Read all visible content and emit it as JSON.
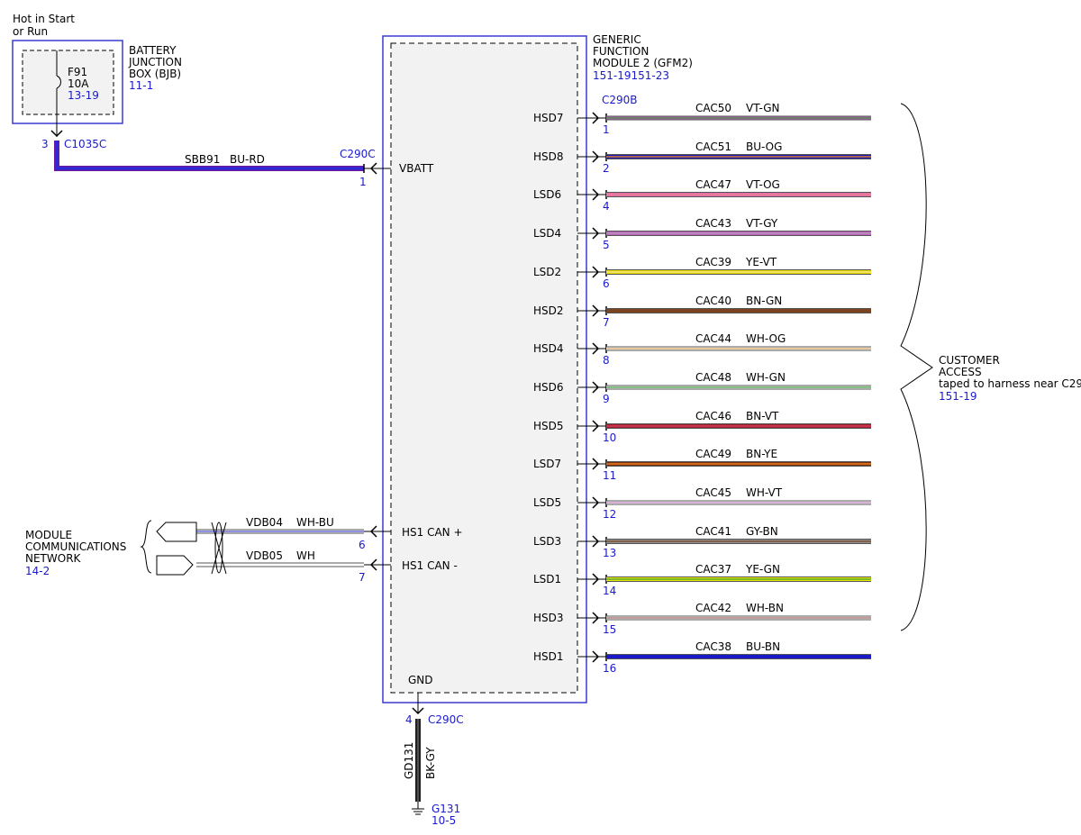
{
  "power_source": {
    "hot_line1": "Hot in Start",
    "hot_line2": "or Run"
  },
  "bjb": {
    "name_line1": "BATTERY",
    "name_line2": "JUNCTION",
    "name_line3": "BOX (BJB)",
    "ref": "11-1",
    "fuse_name": "F91",
    "fuse_rating": "10A",
    "fuse_ref": "13-19",
    "connector": "C1035C",
    "pin": "3"
  },
  "vbatt_wire": {
    "circuit": "SBB91",
    "color": "BU-RD"
  },
  "module": {
    "name_line1": "GENERIC",
    "name_line2": "FUNCTION",
    "name_line3": "MODULE 2 (GFM2)",
    "ref": "151-19151-23",
    "connector_left": "C290C",
    "connector_right": "C290B",
    "connector_bottom": "C290C",
    "vbatt_label": "VBATT",
    "vbatt_pin": "1",
    "can_plus_label": "HS1 CAN +",
    "can_minus_label": "HS1 CAN -",
    "gnd_label": "GND",
    "gnd_pin": "4"
  },
  "network": {
    "name_line1": "MODULE",
    "name_line2": "COMMUNICATIONS",
    "name_line3": "NETWORK",
    "ref": "14-2",
    "wires": [
      {
        "circuit": "VDB04",
        "color": "WH-BU",
        "pin": "6",
        "c1": "#ffffff",
        "c2": "#2323c8"
      },
      {
        "circuit": "VDB05",
        "color": "WH",
        "pin": "7",
        "c1": "#ffffff",
        "c2": "#ffffff"
      }
    ]
  },
  "outputs": [
    {
      "label": "HSD7",
      "pin": "1",
      "circuit": "CAC50",
      "color": "VT-GN",
      "c1": "#c060c0",
      "c2": "#3a9a3a",
      "thin": true
    },
    {
      "label": "HSD8",
      "pin": "2",
      "circuit": "CAC51",
      "color": "BU-OG",
      "c1": "#1a1ab0",
      "c2": "#ff8c1a",
      "thin": false
    },
    {
      "label": "LSD6",
      "pin": "4",
      "circuit": "CAC47",
      "color": "VT-OG",
      "c1": "#e070b0",
      "c2": "#f08080",
      "thin": false
    },
    {
      "label": "LSD4",
      "pin": "5",
      "circuit": "CAC43",
      "color": "VT-GY",
      "c1": "#c060c0",
      "c2": "#b0a0b0",
      "thin": false
    },
    {
      "label": "LSD2",
      "pin": "6",
      "circuit": "CAC39",
      "color": "YE-VT",
      "c1": "#e8d800",
      "c2": "#f0e8a0",
      "thin": false
    },
    {
      "label": "HSD2",
      "pin": "7",
      "circuit": "CAC40",
      "color": "BN-GN",
      "c1": "#7a4420",
      "c2": "#7a4420",
      "thin": false
    },
    {
      "label": "HSD4",
      "pin": "8",
      "circuit": "CAC44",
      "color": "WH-OG",
      "c1": "#ffffff",
      "c2": "#d8a860",
      "thin": true
    },
    {
      "label": "HSD6",
      "pin": "9",
      "circuit": "CAC48",
      "color": "WH-GN",
      "c1": "#ffffff",
      "c2": "#3a9a3a",
      "thin": true
    },
    {
      "label": "HSD5",
      "pin": "10",
      "circuit": "CAC46",
      "color": "BN-VT",
      "c1": "#a02030",
      "c2": "#e04060",
      "thin": false
    },
    {
      "label": "LSD7",
      "pin": "11",
      "circuit": "CAC49",
      "color": "BN-YE",
      "c1": "#7a3010",
      "c2": "#ff9020",
      "thin": false
    },
    {
      "label": "LSD5",
      "pin": "12",
      "circuit": "CAC45",
      "color": "WH-VT",
      "c1": "#ffffff",
      "c2": "#c080c0",
      "thin": true
    },
    {
      "label": "LSD3",
      "pin": "13",
      "circuit": "CAC41",
      "color": "GY-BN",
      "c1": "#909090",
      "c2": "#7a4420",
      "thin": false
    },
    {
      "label": "LSD1",
      "pin": "14",
      "circuit": "CAC37",
      "color": "YE-GN",
      "c1": "#e8e800",
      "c2": "#3a9a3a",
      "thin": false
    },
    {
      "label": "HSD3",
      "pin": "15",
      "circuit": "CAC42",
      "color": "WH-BN",
      "c1": "#ffffff",
      "c2": "#a06060",
      "thin": true
    },
    {
      "label": "HSD1",
      "pin": "16",
      "circuit": "CAC38",
      "color": "BU-BN",
      "c1": "#1a1ac8",
      "c2": "#1a1ac8",
      "thin": false
    }
  ],
  "customer_access": {
    "line1": "CUSTOMER",
    "line2": "ACCESS",
    "line3": "taped to harness near C29",
    "ref": "151-19"
  },
  "ground": {
    "circuit": "GD131",
    "color": "BK-GY",
    "splice": "G131",
    "ref": "10-5"
  },
  "colors": {
    "box_border": "#3a3ad0",
    "module_fill": "#f2f2f2",
    "vbatt_outer": "#6a1aa0",
    "vbatt_inner": "#2a2ad8",
    "ground_wire": "#202020"
  }
}
